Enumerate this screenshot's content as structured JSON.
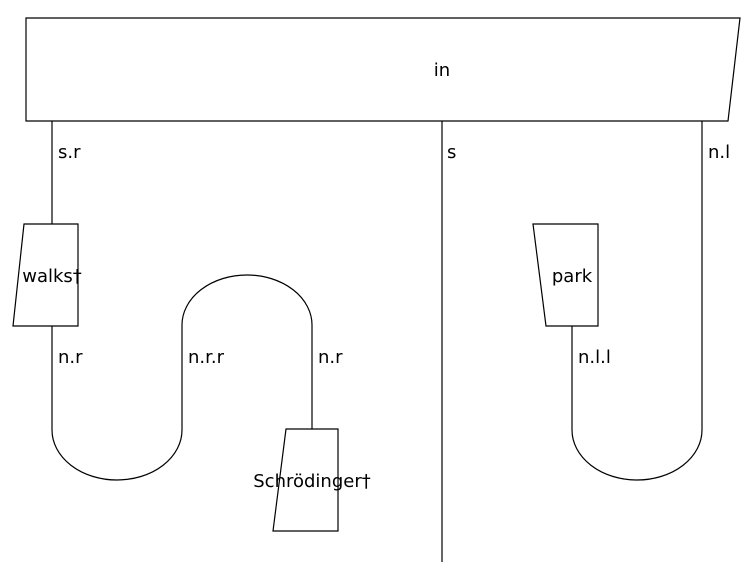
{
  "boxes": {
    "in": "in",
    "walks": "walks†",
    "park": "park",
    "schrodinger": "Schrödinger†"
  },
  "wire_labels": {
    "s_r": "s.r",
    "s": "s",
    "n_l": "n.l",
    "n_r_walks": "n.r",
    "n_r_r": "n.r.r",
    "n_r_schrodinger": "n.r",
    "n_l_l": "n.l.l"
  }
}
